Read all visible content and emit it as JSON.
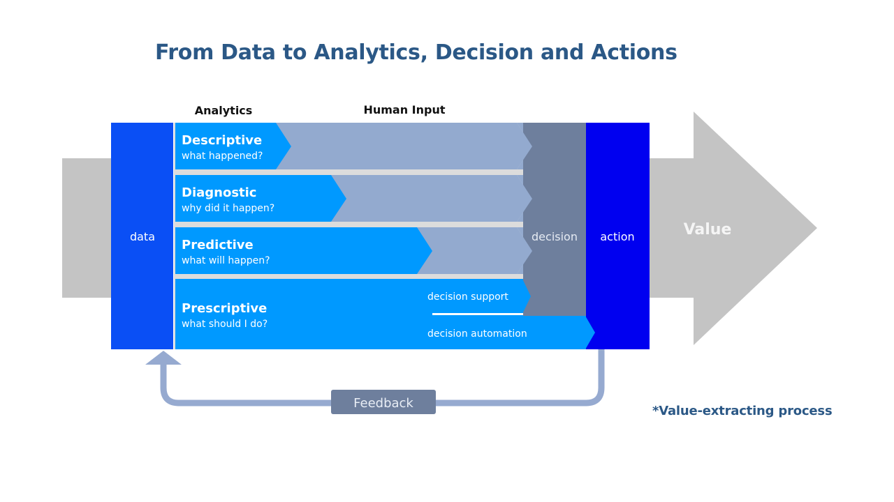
{
  "title": "From Data to Analytics, Decision and Actions",
  "footnote": "*Value-extracting process",
  "headers": {
    "analytics": "Analytics",
    "human_input": "Human Input"
  },
  "columns": {
    "data": "data",
    "decision": "decision",
    "action": "action",
    "value": "Value"
  },
  "rows": [
    {
      "name": "Descriptive",
      "question": "what happened?"
    },
    {
      "name": "Diagnostic",
      "question": "why did it happen?"
    },
    {
      "name": "Predictive",
      "question": "what will happen?"
    },
    {
      "name": "Prescriptive",
      "question": "what should I do?"
    }
  ],
  "prescriptive_outcomes": {
    "support": "decision support",
    "automation": "decision automation"
  },
  "feedback": "Feedback",
  "colors": {
    "title": "#2b5886",
    "data_column": "#0a4ff5",
    "analytics_arrow": "#0099ff",
    "human_input_arrow": "#93aacf",
    "decision_column": "#6e7f9d",
    "action_column": "#0000f0",
    "value_arrow": "#c4c4c4",
    "feedback_loop": "#96aad0",
    "feedback_badge": "#6e7f9d"
  }
}
